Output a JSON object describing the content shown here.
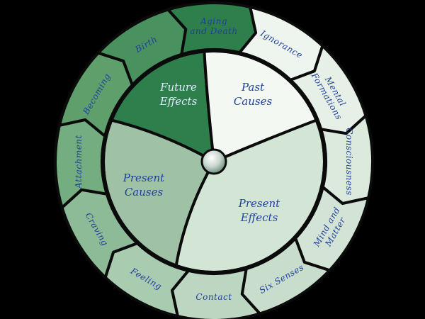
{
  "colors": {
    "background": "#000000",
    "outline": "#0b0b0b",
    "hub": "#c9d7cf"
  },
  "outer_links": [
    {
      "lines": [
        "Ignorance"
      ],
      "fill": "#eef5ef"
    },
    {
      "lines": [
        "Mental",
        "Formations"
      ],
      "fill": "#e6f0e7"
    },
    {
      "lines": [
        "Consciousness"
      ],
      "fill": "#dceade"
    },
    {
      "lines": [
        "Mind and",
        "Matter"
      ],
      "fill": "#d3e4d6"
    },
    {
      "lines": [
        "Six Senses"
      ],
      "fill": "#c8ddcb"
    },
    {
      "lines": [
        "Contact"
      ],
      "fill": "#bdd6c1"
    },
    {
      "lines": [
        "Feeling"
      ],
      "fill": "#a9cbb0"
    },
    {
      "lines": [
        "Craving"
      ],
      "fill": "#8dbb98"
    },
    {
      "lines": [
        "Attachment"
      ],
      "fill": "#73ad80"
    },
    {
      "lines": [
        "Becoming"
      ],
      "fill": "#5e9f6c"
    },
    {
      "lines": [
        "Birth"
      ],
      "fill": "#4a9160"
    },
    {
      "lines": [
        "Aging",
        "and Death"
      ],
      "fill": "#2f7f4d"
    }
  ],
  "inner_sectors": {
    "future_effects": {
      "lines": [
        "Future",
        "Effects"
      ],
      "fill": "#2f7f4d"
    },
    "past_causes": {
      "lines": [
        "Past",
        "Causes"
      ],
      "fill": "#f3f8f3"
    },
    "present_effects": {
      "lines": [
        "Present",
        "Effects"
      ],
      "fill": "#d3e6d6"
    },
    "present_causes": {
      "lines": [
        "Present",
        "Causes"
      ],
      "fill": "#9fc2a6"
    }
  }
}
